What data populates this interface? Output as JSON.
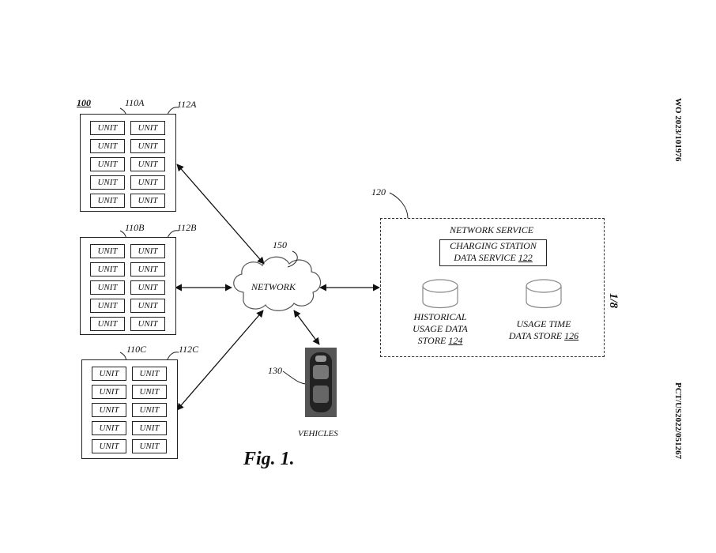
{
  "figure": {
    "system_ref": "100",
    "caption": "Fig. 1.",
    "side_header": "WO 2023/101976",
    "side_footer": "PCT/US2022/051267",
    "sheet": "1/8"
  },
  "stations": [
    {
      "ref": "110A",
      "unit_ref": "112A",
      "unit_label": "UNIT"
    },
    {
      "ref": "110B",
      "unit_ref": "112B",
      "unit_label": "UNIT"
    },
    {
      "ref": "110C",
      "unit_ref": "112C",
      "unit_label": "UNIT"
    }
  ],
  "network": {
    "ref": "150",
    "label": "NETWORK"
  },
  "network_service": {
    "ref": "120",
    "title": "NETWORK SERVICE",
    "charging_service": {
      "line1": "CHARGING STATION",
      "line2": "DATA SERVICE",
      "ref": "122"
    },
    "historical_store": {
      "line1": "HISTORICAL",
      "line2": "USAGE DATA",
      "line3": "STORE",
      "ref": "124"
    },
    "usage_time_store": {
      "line1": "USAGE TIME",
      "line2": "DATA STORE",
      "ref": "126"
    }
  },
  "vehicles": {
    "ref": "130",
    "label": "VEHICLES"
  }
}
